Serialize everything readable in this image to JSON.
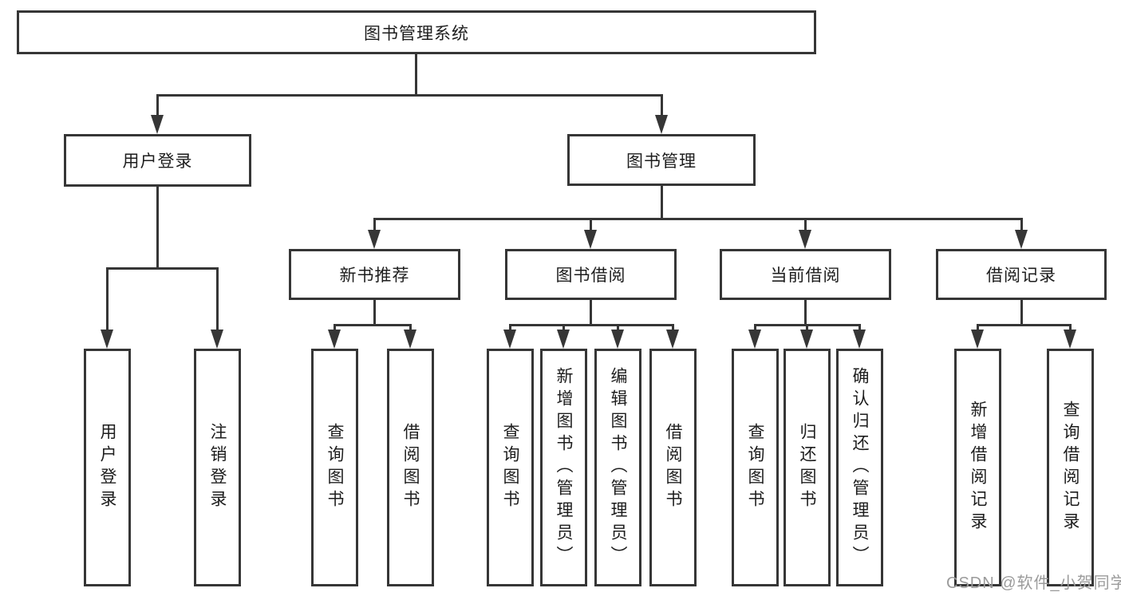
{
  "colors": {
    "line": "#363636",
    "box_border": "#363636",
    "box_fill": "#ffffff",
    "text": "#1d1d1d",
    "watermark": "#9b9b9b"
  },
  "watermark": {
    "text": "CSDN @软件_小贺同学"
  },
  "tree": {
    "label": "图书管理系统",
    "children": [
      {
        "label": "用户登录",
        "children": [
          {
            "label": "用户登录"
          },
          {
            "label": "注销登录"
          }
        ]
      },
      {
        "label": "图书管理",
        "children": [
          {
            "label": "新书推荐",
            "children": [
              {
                "label": "查询图书"
              },
              {
                "label": "借阅图书"
              }
            ]
          },
          {
            "label": "图书借阅",
            "children": [
              {
                "label": "查询图书"
              },
              {
                "label": "新增图书（管理员）"
              },
              {
                "label": "编辑图书（管理员）"
              },
              {
                "label": "借阅图书"
              }
            ]
          },
          {
            "label": "当前借阅",
            "children": [
              {
                "label": "查询图书"
              },
              {
                "label": "归还图书"
              },
              {
                "label": "确认归还（管理员）"
              }
            ]
          },
          {
            "label": "借阅记录",
            "children": [
              {
                "label": "新增借阅记录"
              },
              {
                "label": "查询借阅记录"
              }
            ]
          }
        ]
      }
    ]
  }
}
